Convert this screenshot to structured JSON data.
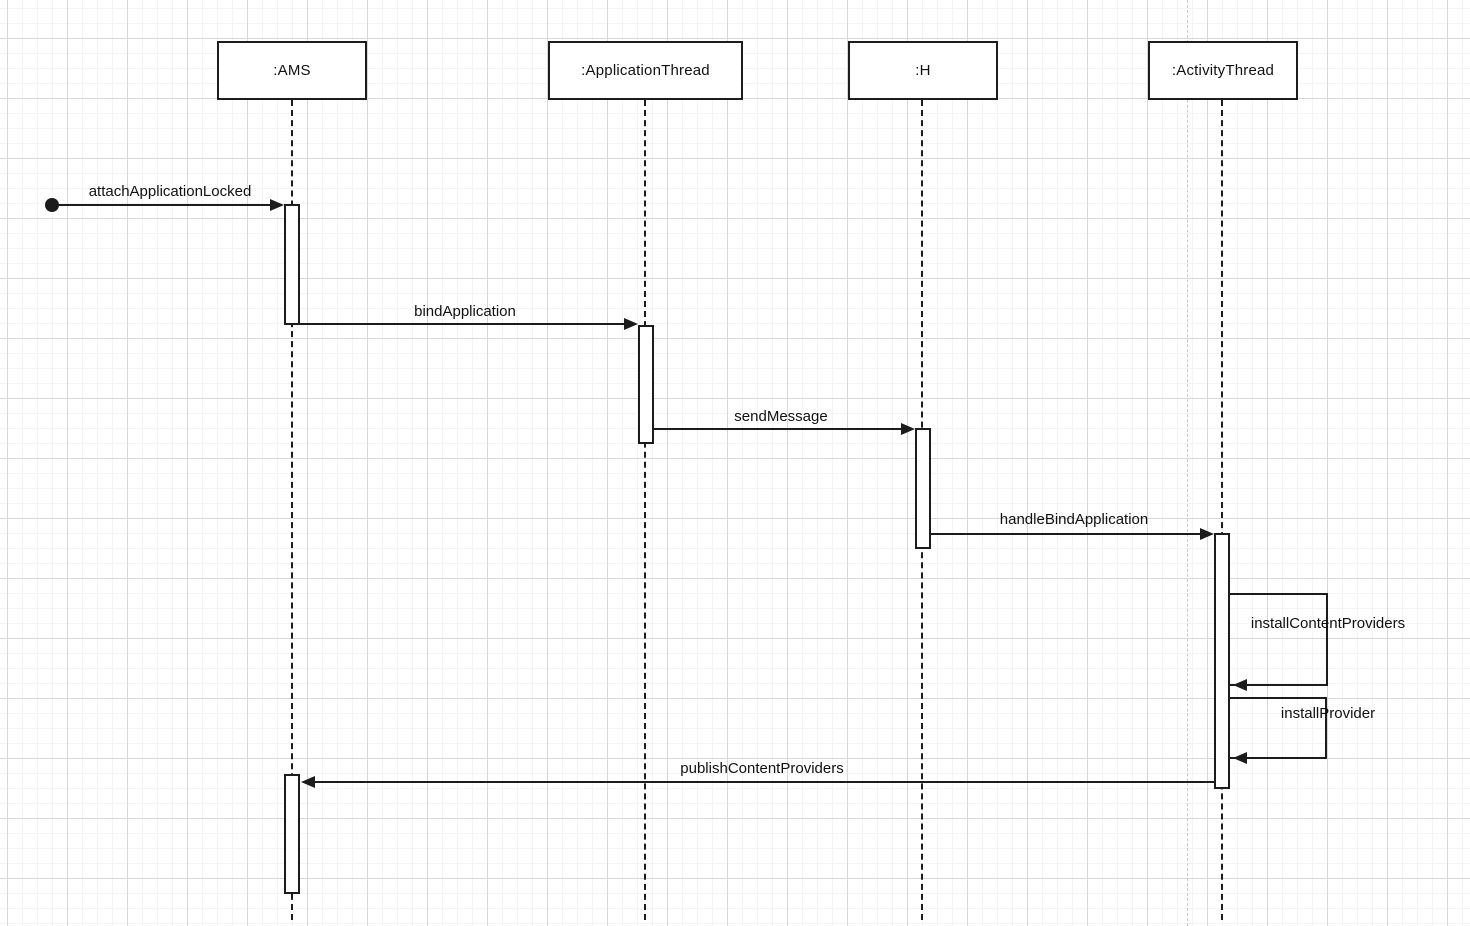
{
  "diagram": {
    "type": "uml-sequence",
    "lifelines": [
      {
        "id": "ams",
        "label": ":AMS"
      },
      {
        "id": "application-thread",
        "label": ":ApplicationThread"
      },
      {
        "id": "h",
        "label": ":H"
      },
      {
        "id": "activity-thread",
        "label": ":ActivityThread"
      }
    ],
    "messages": [
      {
        "label": "attachApplicationLocked",
        "from": "start-node",
        "to": ":AMS",
        "kind": "sync"
      },
      {
        "label": "bindApplication",
        "from": ":AMS",
        "to": ":ApplicationThread",
        "kind": "sync"
      },
      {
        "label": "sendMessage",
        "from": ":ApplicationThread",
        "to": ":H",
        "kind": "sync"
      },
      {
        "label": "handleBindApplication",
        "from": ":H",
        "to": ":ActivityThread",
        "kind": "sync"
      },
      {
        "label": "installContentProviders",
        "from": ":ActivityThread",
        "to": ":ActivityThread",
        "kind": "self"
      },
      {
        "label": "installProvider",
        "from": ":ActivityThread",
        "to": ":ActivityThread",
        "kind": "self"
      },
      {
        "label": "publishContentProviders",
        "from": ":ActivityThread",
        "to": ":AMS",
        "kind": "return"
      }
    ],
    "colors": {
      "line": "#1c1c1c",
      "shape_fill": "#ffffff",
      "grid_major": "#d8d8d8",
      "grid_minor": "#f4f4f4",
      "page_divider": "#c9c9c9",
      "background": "#ffffff"
    }
  }
}
